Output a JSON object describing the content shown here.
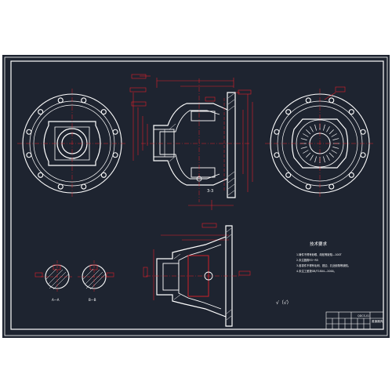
{
  "drawing": {
    "background_color": "#1e2430",
    "line_color": "#ffffff",
    "dimension_color": "#e0202a",
    "center_line_color": "#e0202a"
  },
  "section_label": "3-3",
  "tech_requirements": {
    "title": "技术要求",
    "items": [
      "1.铸件不得有砂眼、疏松等缺陷—100T",
      "2.未注圆角R3~R5",
      "3.各零件不得有毛刺、锐边、孔处倒角等缺陷。",
      "4.未注工差按GB/T1804—2000。"
    ]
  },
  "surface_symbol": "√（√）",
  "section_captions": {
    "left": "A—A",
    "right": "B—B"
  },
  "title_block": {
    "part_name": "差速器壳",
    "drawing_no": "QDCS-01"
  }
}
